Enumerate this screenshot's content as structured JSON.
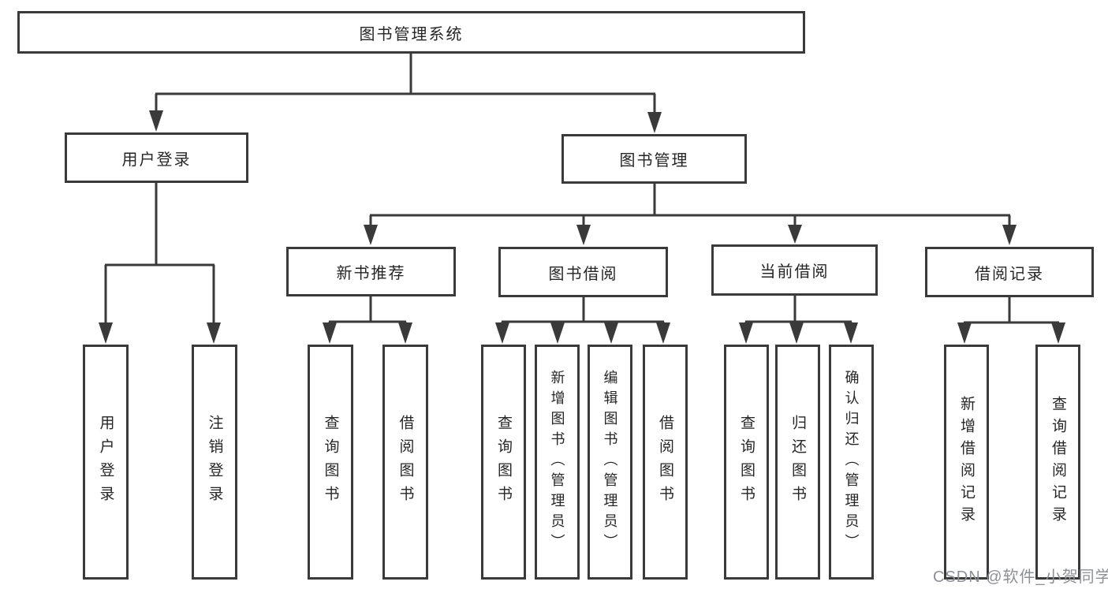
{
  "diagram": {
    "type": "hierarchy-tree",
    "root": {
      "label": "图书管理系统",
      "children": [
        {
          "label": "用户登录",
          "children": [
            {
              "label": "用户登录"
            },
            {
              "label": "注销登录"
            }
          ]
        },
        {
          "label": "图书管理",
          "children": [
            {
              "label": "新书推荐",
              "children": [
                {
                  "label": "查询图书"
                },
                {
                  "label": "借阅图书"
                }
              ]
            },
            {
              "label": "图书借阅",
              "children": [
                {
                  "label": "查询图书"
                },
                {
                  "label": "新增图书（管理员）"
                },
                {
                  "label": "编辑图书（管理员）"
                },
                {
                  "label": "借阅图书"
                }
              ]
            },
            {
              "label": "当前借阅",
              "children": [
                {
                  "label": "查询图书"
                },
                {
                  "label": "归还图书"
                },
                {
                  "label": "确认归还（管理员）"
                }
              ]
            },
            {
              "label": "借阅记录",
              "children": [
                {
                  "label": "新增借阅记录"
                },
                {
                  "label": "查询借阅记录"
                }
              ]
            }
          ]
        }
      ]
    }
  },
  "watermark": {
    "text": "CSDN @软件_小贺同学"
  },
  "colors": {
    "line": "#3a3a3a",
    "text": "#262626",
    "box_bg": "#ffffff",
    "watermark": "#8d9094",
    "background": "#ffffff"
  }
}
